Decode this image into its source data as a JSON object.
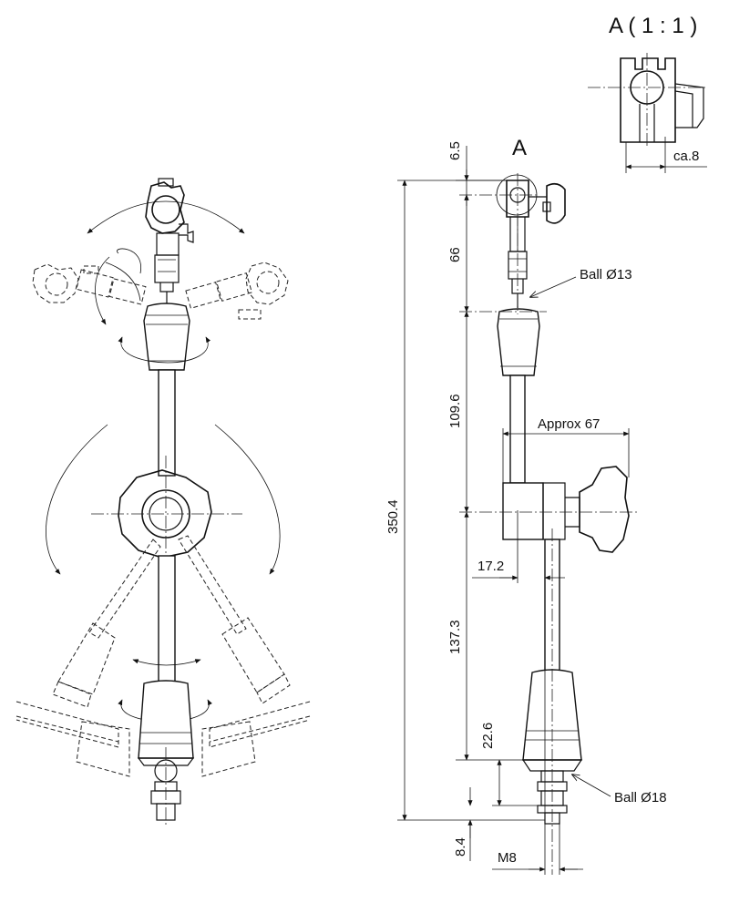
{
  "detail": {
    "title": "A ( 1 : 1 )",
    "label": "ca.8"
  },
  "labels": {
    "detail_ref": "A",
    "ball_top": "Ball Ø13",
    "ball_bottom": "Ball Ø18",
    "approx": "Approx 67",
    "thread": "M8"
  },
  "dimensions": {
    "d1": "6.5",
    "d2": "66",
    "d3": "109.6",
    "d4": "350.4",
    "d5": "17.2",
    "d6": "137.3",
    "d7": "22.6",
    "d8": "8.4"
  }
}
